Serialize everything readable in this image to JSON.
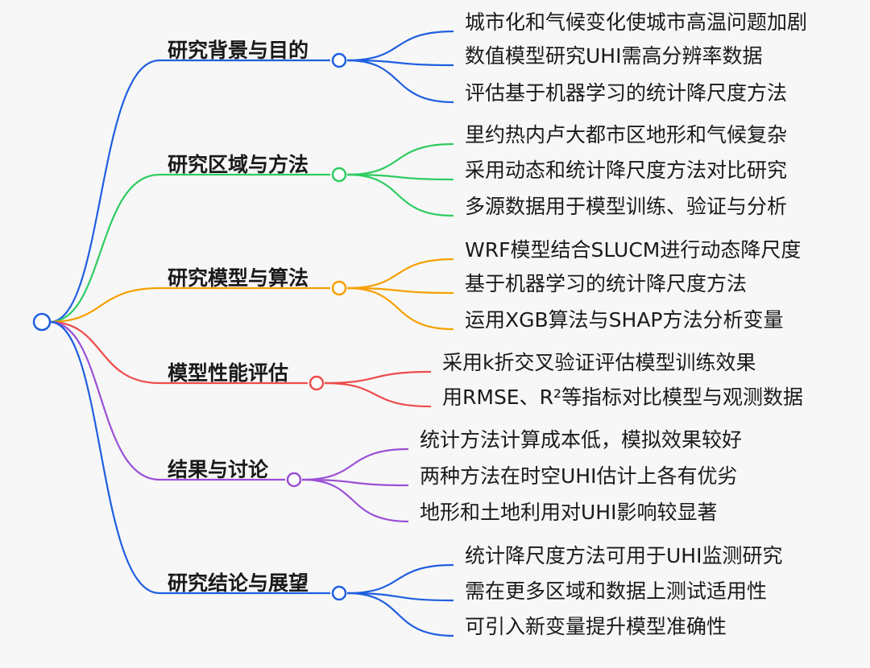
{
  "mindmap": {
    "root": {
      "label": "",
      "color": "#1f5fe0"
    },
    "branches": [
      {
        "label": "研究背景与目的",
        "color": "#1f5fe0",
        "leaves": [
          "城市化和气候变化使城市高温问题加剧",
          "数值模型研究UHI需高分辨率数据",
          "评估基于机器学习的统计降尺度方法"
        ]
      },
      {
        "label": "研究区域与方法",
        "color": "#2ecc60",
        "leaves": [
          "里约热内卢大都市区地形和气候复杂",
          "采用动态和统计降尺度方法对比研究",
          "多源数据用于模型训练、验证与分析"
        ]
      },
      {
        "label": "研究模型与算法",
        "color": "#f5a000",
        "leaves": [
          "WRF模型结合SLUCM进行动态降尺度",
          "基于机器学习的统计降尺度方法",
          "运用XGB算法与SHAP方法分析变量"
        ]
      },
      {
        "label": "模型性能评估",
        "color": "#ee4b4b",
        "leaves": [
          "采用k折交叉验证评估模型训练效果",
          "用RMSE、R²等指标对比模型与观测数据"
        ]
      },
      {
        "label": "结果与讨论",
        "color": "#9b4fd6",
        "leaves": [
          "统计方法计算成本低，模拟效果较好",
          "两种方法在时空UHI估计上各有优劣",
          "地形和土地利用对UHI影响较显著"
        ]
      },
      {
        "label": "研究结论与展望",
        "color": "#1f5fe0",
        "leaves": [
          "统计降尺度方法可用于UHI监测研究",
          "需在更多区域和数据上测试适用性",
          "可引入新变量提升模型准确性"
        ]
      }
    ]
  }
}
